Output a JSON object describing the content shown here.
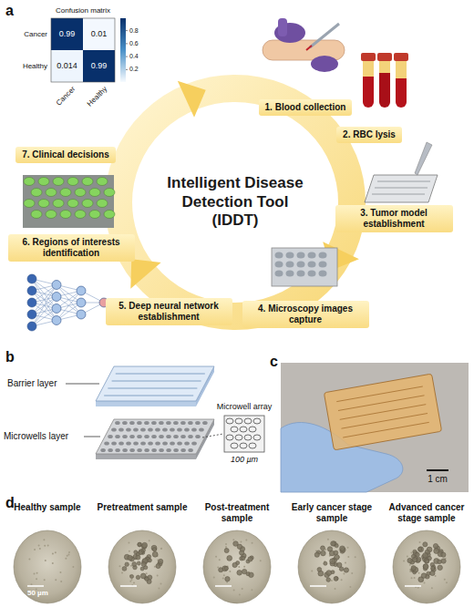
{
  "diagram": {
    "title": "Intelligent Disease Detection Tool (IDDT)",
    "nodes": [
      {
        "text": [
          "1. Blood collection"
        ]
      },
      {
        "text": [
          "2. RBC lysis"
        ]
      },
      {
        "text": [
          "3. Tumor model establishment"
        ]
      },
      {
        "text": [
          "4. Microscopy images capture"
        ]
      },
      {
        "text": [
          "5. Deep neural network establishment"
        ]
      },
      {
        "text": [
          "6. Regions of interests identification"
        ]
      },
      {
        "text": [
          "7. Clinical decisions"
        ]
      }
    ],
    "labels": [
      "a",
      "Confusion matrix",
      "Cancer",
      "Healthy",
      "0.99",
      "0.01",
      "0.014",
      "0.99",
      "0.8",
      "0.6",
      "0.4",
      "0.2",
      "Cancer",
      "Healthy",
      "b",
      "Barrier layer",
      "Microwells layer",
      "Microwell array",
      "100 µm",
      "c",
      "1 cm",
      "d",
      "Healthy sample",
      "Pretreatment sample",
      "Post-treatment sample",
      "Early cancer stage sample",
      "Advanced cancer stage sample",
      "50 µm"
    ]
  }
}
